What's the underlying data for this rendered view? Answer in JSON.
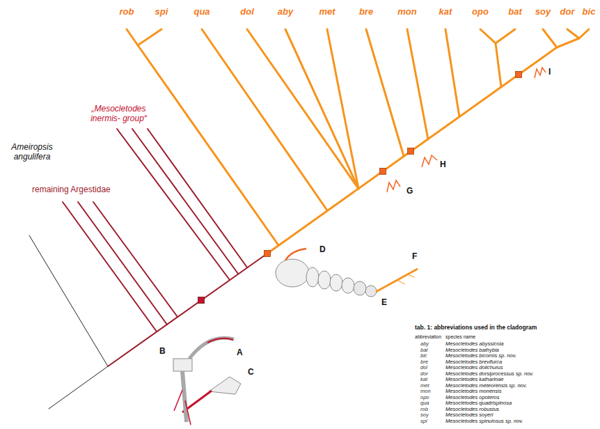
{
  "diagram": {
    "labels": [
      "rob",
      "spi",
      "qua",
      "dol",
      "aby",
      "met",
      "bre",
      "mon",
      "kat",
      "opo",
      "bat",
      "soy",
      "dor",
      "bic",
      "„Mesocletodes inermis- group“",
      "remaining Argestidae",
      "Ameiropsis angulifera",
      "A",
      "B",
      "C",
      "D",
      "E",
      "F",
      "G",
      "H",
      "I",
      "tab. 1: abbreviations used in the cladogram",
      "abbreviation",
      "species name",
      "aby",
      "Mesocletodes abyssicola",
      "bat",
      "Mesocletodes bathybia",
      "bic",
      "Mesocletodes bicornis sp. nov.",
      "bre",
      "Mesocletodes brevifurca",
      "dol",
      "Mesocletodes dolichurus",
      "dor",
      "Mesocletodes dorsiprocessus sp. nov.",
      "kat",
      "Mesocletodes katharinae",
      "met",
      "Mesocletodes meteorensis sp. nov.",
      "mon",
      "Mesocletodes monensis",
      "opo",
      "Mesocletodes opoteros",
      "qua",
      "Mesocletodes quadrispinosa",
      "rob",
      "Mesocletodes robustus",
      "soy",
      "Mesocletodes soyeri",
      "spi",
      "Mesocletodes spinulosus sp. nov."
    ]
  }
}
